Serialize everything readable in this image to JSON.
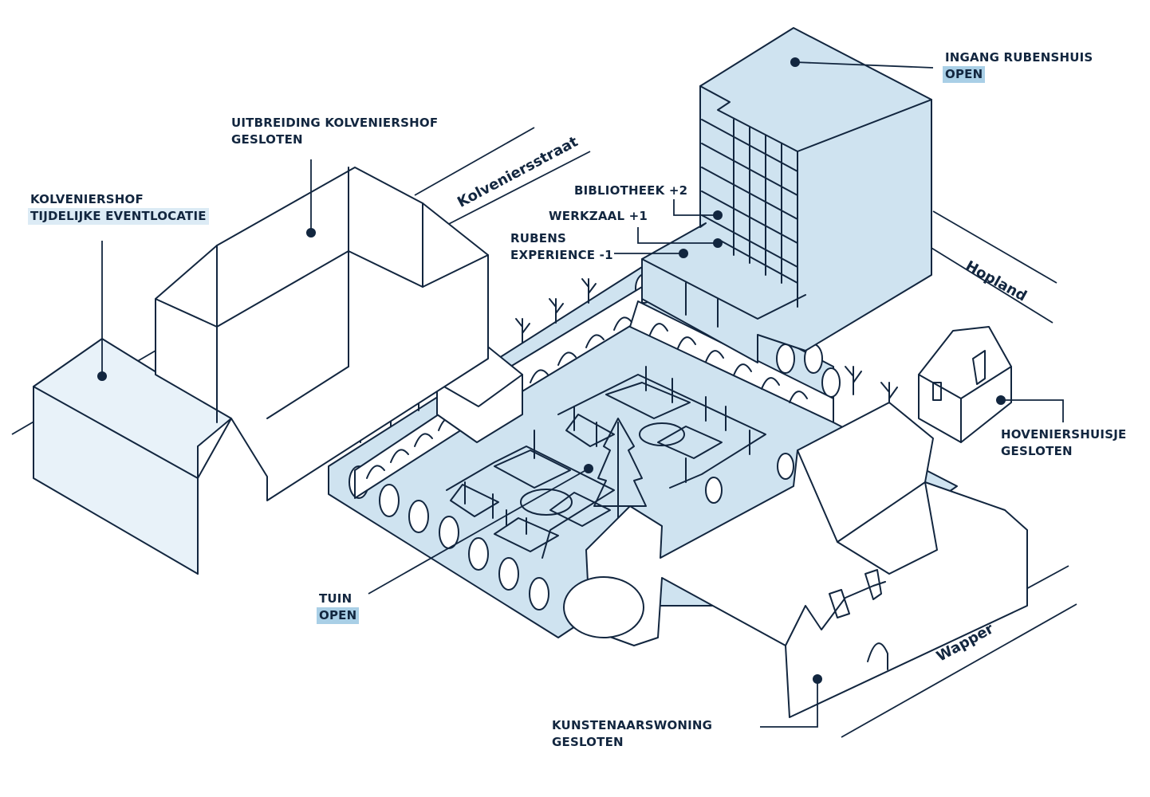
{
  "colors": {
    "ink": "#12263f",
    "fill_light": "#cfe3f0",
    "fill_pale": "#e8f2f9",
    "tag_open": "#a9cfe6",
    "tag_temporary": "#dcebf5"
  },
  "labels": {
    "ingang_rubenshuis": {
      "title": "INGANG RUBENSHUIS",
      "status": "OPEN"
    },
    "uitbreiding_kolveniershof": {
      "title": "UITBREIDING KOLVENIERSHOF",
      "status": "GESLOTEN"
    },
    "kolveniershof": {
      "title": "KOLVENIERSHOF",
      "status": "TIJDELIJKE EVENTLOCATIE"
    },
    "bibliotheek": {
      "title": "BIBLIOTHEEK +2"
    },
    "werkzaal": {
      "title": "WERKZAAL +1"
    },
    "rubens_experience": {
      "line1": "RUBENS",
      "line2": "EXPERIENCE -1"
    },
    "hoveniershuisje": {
      "title": "HOVENIERSHUISJE",
      "status": "GESLOTEN"
    },
    "tuin": {
      "title": "TUIN",
      "status": "OPEN"
    },
    "kunstenaarswoning": {
      "title": "KUNSTENAARSWONING",
      "status": "GESLOTEN"
    }
  },
  "streets": {
    "kolveniersstraat": "Kolveniersstraat",
    "hopland": "Hopland",
    "wapper": "Wapper"
  }
}
